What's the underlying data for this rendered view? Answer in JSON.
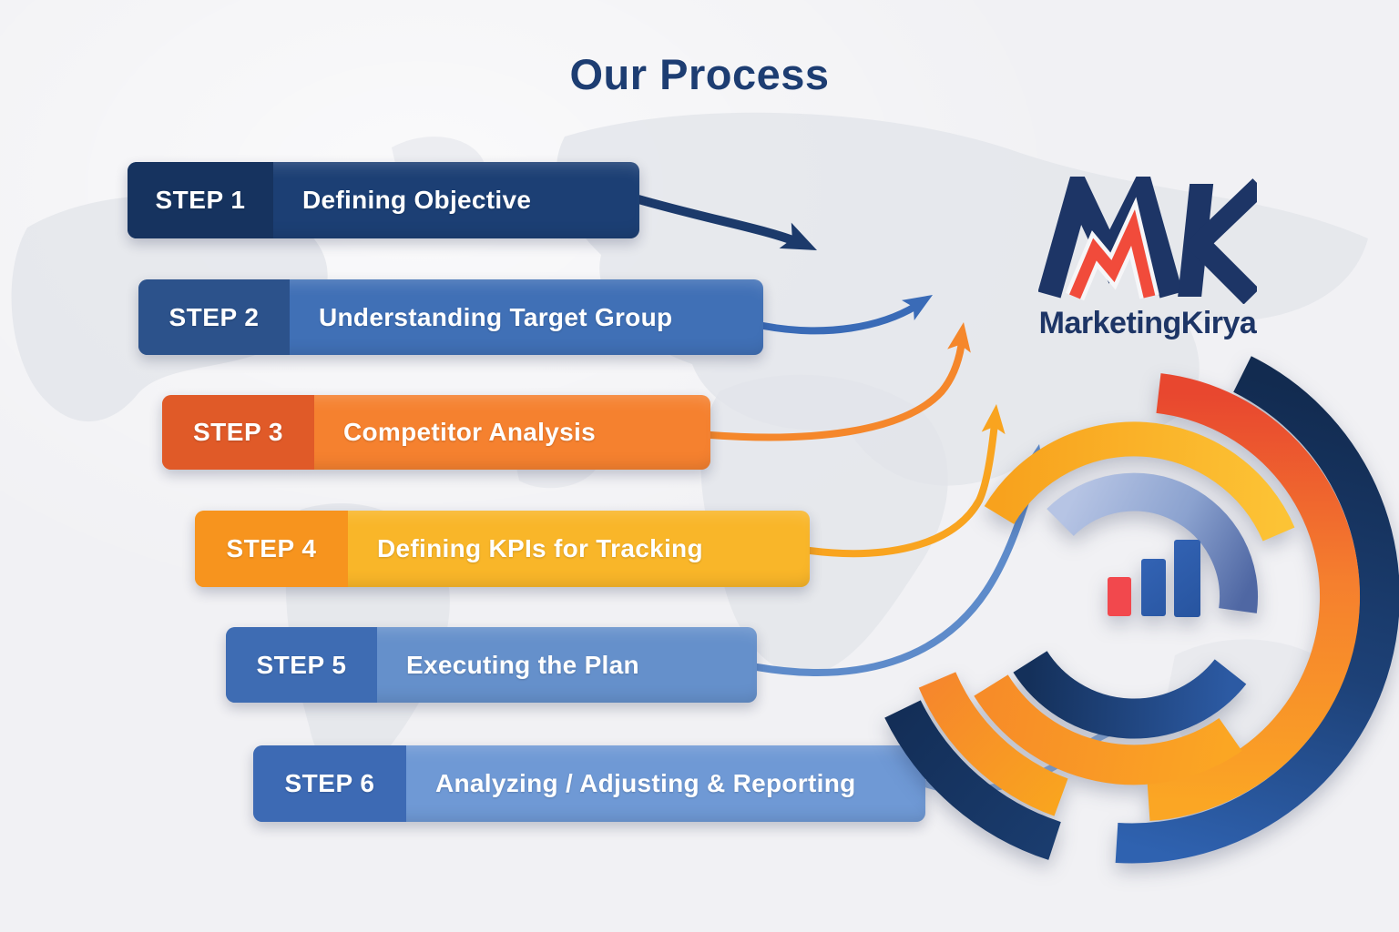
{
  "title": "Our Process",
  "brand": {
    "wordmark": "MarketingKirya",
    "monogram": "MK"
  },
  "steps": [
    {
      "label": "STEP 1",
      "title": "Defining Objective",
      "label_bg": "#16335f",
      "body_bg": "#1c3f74",
      "arrow": "#1c3a6b"
    },
    {
      "label": "STEP 2",
      "title": "Understanding Target Group",
      "label_bg": "#2c528b",
      "body_bg": "#4070b6",
      "arrow": "#3a6bb7"
    },
    {
      "label": "STEP 3",
      "title": "Competitor Analysis",
      "label_bg": "#e05a28",
      "body_bg": "#f5812f",
      "arrow": "#f5872b"
    },
    {
      "label": "STEP 4",
      "title": "Defining KPIs for Tracking",
      "label_bg": "#f7941e",
      "body_bg": "#f9b629",
      "arrow": "#f9a41f"
    },
    {
      "label": "STEP 5",
      "title": "Executing the Plan",
      "label_bg": "#3e6cb3",
      "body_bg": "#6590cb",
      "arrow": "#5e8bca"
    },
    {
      "label": "STEP 6",
      "title": "Analyzing / Adjusting & Reporting",
      "label_bg": "#3d6ab4",
      "body_bg": "#6f99d5",
      "arrow": "#90b1de"
    }
  ],
  "icons": {
    "logo": "mk-monogram-icon",
    "center_chart": "bar-chart-icon"
  },
  "palette": {
    "background": "#f1f1f4",
    "map": "#e2e4ea",
    "title_text": "#1d3d72",
    "step_text": "#ffffff",
    "logo_navy": "#1d3566",
    "logo_red": "#f14b3b",
    "chart_red": "#f2484d",
    "chart_blue": "#2d5fae"
  }
}
